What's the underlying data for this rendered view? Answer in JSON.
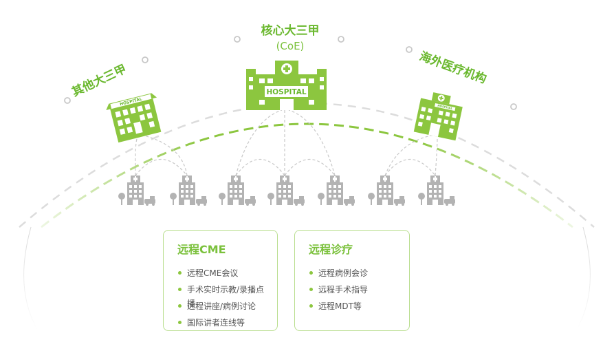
{
  "labels": {
    "core_title": "核心大三甲",
    "core_sub": "(CoE)",
    "left": "其他大三甲",
    "right": "海外医疗机构"
  },
  "hospital_sign": "HOSPITAL",
  "cards": [
    {
      "title": "远程CME",
      "items": [
        "远程CME会议",
        "手术实时示教/录播点播",
        "远程讲座/病例讨论",
        "国际讲者连线等"
      ]
    },
    {
      "title": "远程诊疗",
      "items": [
        "远程病例会诊",
        "远程手术指导",
        "远程MDT等"
      ]
    }
  ],
  "colors": {
    "accent": "#8cc63f",
    "accent_dark": "#6ab82e",
    "gray": "#b3b3b3",
    "card_border": "#b9de8f"
  }
}
